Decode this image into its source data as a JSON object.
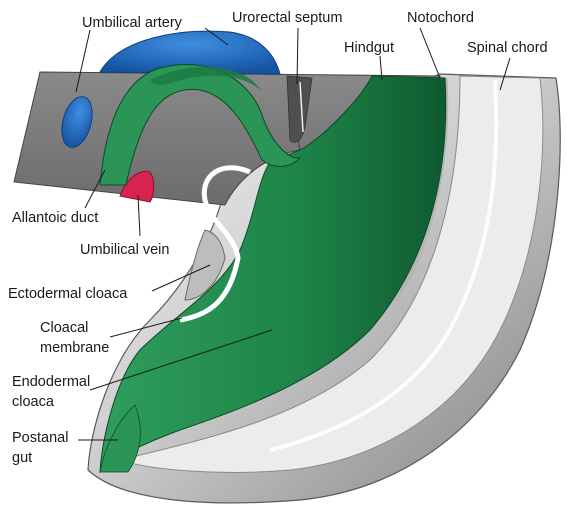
{
  "labels": {
    "umbilical_artery": "Umbilical artery",
    "urorectal_septum": "Urorectal septum",
    "notochord": "Notochord",
    "hindgut": "Hindgut",
    "spinal_chord": "Spinal chord",
    "allantoic_duct": "Allantoic duct",
    "umbilical_vein": "Umbilical vein",
    "ectodermal_cloaca": "Ectodermal cloaca",
    "cloacal_membrane_line1": "Cloacal",
    "cloacal_membrane_line2": "membrane",
    "endodermal_cloaca_line1": "Endodermal",
    "endodermal_cloaca_line2": "cloaca",
    "postanal_gut_line1": "Postanal",
    "postanal_gut_line2": "gut"
  },
  "colors": {
    "endoderm_green": "#1f8a4c",
    "endoderm_dark": "#0f5a30",
    "artery_blue": "#1f6fc4",
    "vein_red": "#d8234f",
    "tissue_gray": "#7a7a7a",
    "neural_light": "#e6e6e6"
  }
}
